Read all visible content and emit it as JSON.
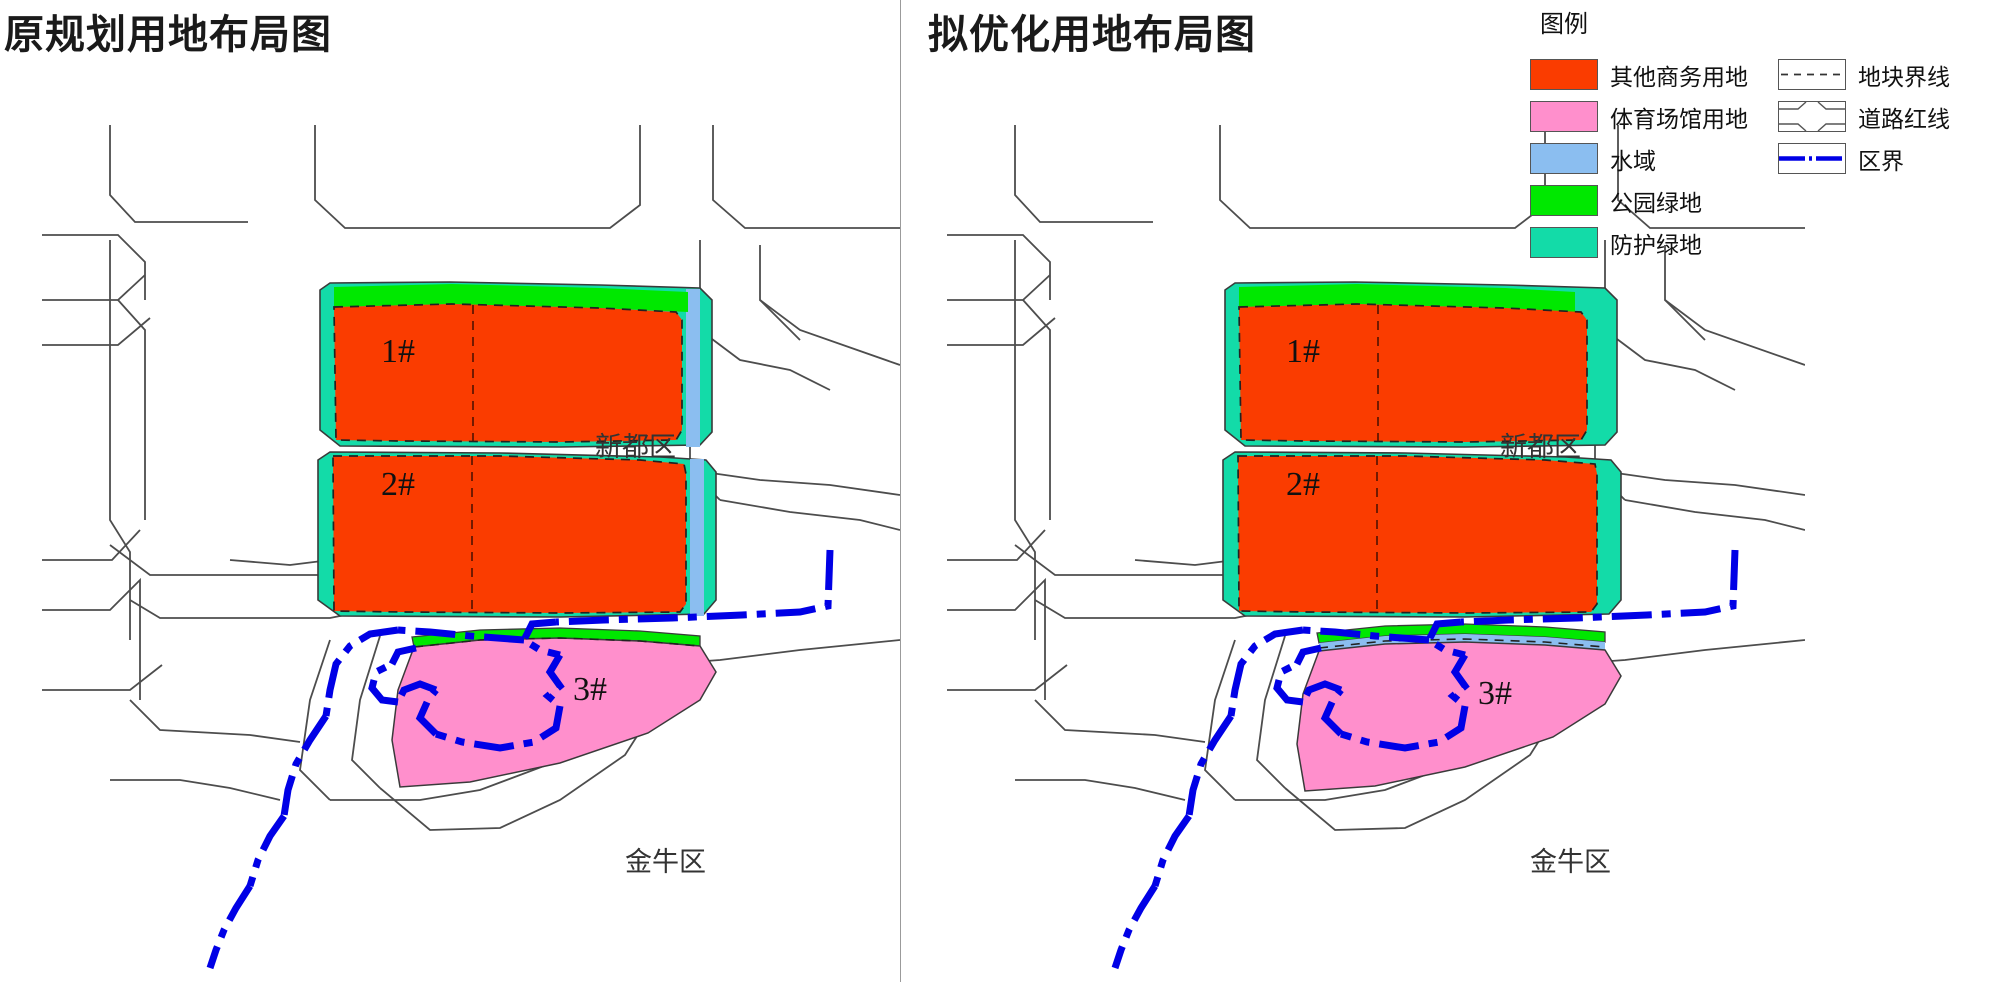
{
  "panels": {
    "left": {
      "title": "原规划用地布局图"
    },
    "right": {
      "title": "拟优化用地布局图"
    }
  },
  "districts": {
    "north": "新都区",
    "south": "金牛区"
  },
  "parcels": {
    "p1": "1#",
    "p2": "2#",
    "p3": "3#"
  },
  "legend": {
    "title": "图例",
    "fill_items": [
      {
        "label": "其他商务用地",
        "color": "#FA3C00"
      },
      {
        "label": "体育场馆用地",
        "color": "#FF8FCC"
      },
      {
        "label": "水域",
        "color": "#8BBEF0"
      },
      {
        "label": "公园绿地",
        "color": "#00E800"
      },
      {
        "label": "防护绿地",
        "color": "#13DBA8"
      }
    ],
    "line_items": [
      {
        "label": "地块界线",
        "symbol": "dashed-parcel-boundary",
        "color": "#333333"
      },
      {
        "label": "道路红线",
        "symbol": "road-intersection",
        "color": "#555555"
      },
      {
        "label": "区界",
        "symbol": "dash-dot-district-line",
        "color": "#0000E6"
      }
    ]
  },
  "colors": {
    "business": "#FA3C00",
    "stadium": "#FF8FCC",
    "water": "#8BBEF0",
    "park_green": "#00E800",
    "buffer_green": "#13DBA8",
    "road_line": "#4d4d4d",
    "district_boundary": "#0000E6",
    "parcel_boundary": "#222222",
    "background": "#FFFFFF"
  },
  "map_left": {
    "name": "original-planning-layout",
    "has_water_strip_p1": true,
    "has_water_strip_p2": true,
    "has_water_strip_p3": false
  },
  "map_right": {
    "name": "optimized-planning-layout",
    "has_water_strip_p1": false,
    "has_water_strip_p2": false,
    "has_water_strip_p3": true
  }
}
